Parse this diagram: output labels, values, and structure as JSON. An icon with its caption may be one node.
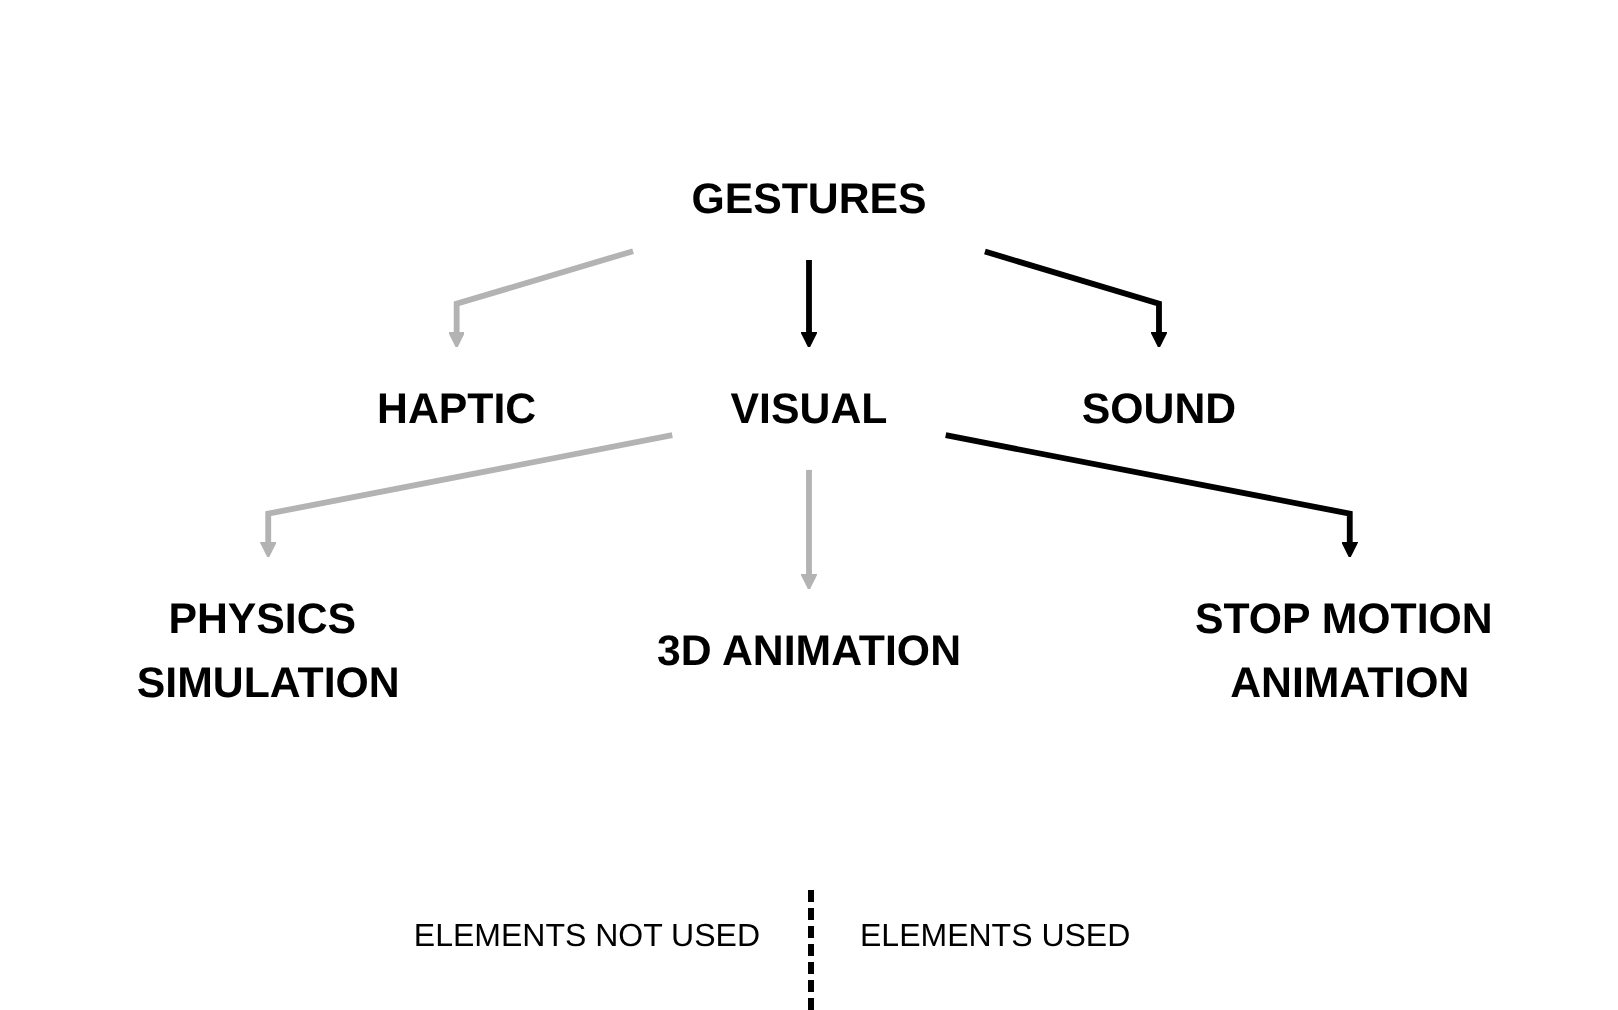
{
  "diagram": {
    "nodes": [
      {
        "text": [
          "GESTURES"
        ]
      },
      {
        "text": [
          "HAPTIC"
        ]
      },
      {
        "text": [
          "VISUAL"
        ]
      },
      {
        "text": [
          "SOUND"
        ]
      },
      {
        "text": [
          "PHYSICS SIMULATION"
        ]
      },
      {
        "text": [
          "STOP MOTION ANIMATION"
        ]
      },
      {
        "text": [
          "3D ANIMATION"
        ]
      }
    ],
    "edges": [
      {
        "from": 0,
        "to": 1,
        "arrow": "to",
        "color": "#b3b3b3"
      },
      {
        "from": 0,
        "to": 2,
        "arrow": "to",
        "color": "#000000"
      },
      {
        "from": 0,
        "to": 3,
        "arrow": "to",
        "color": "#000000"
      },
      {
        "from": 2,
        "to": 4,
        "arrow": "to",
        "color": "#b3b3b3"
      },
      {
        "from": 2,
        "to": 6,
        "arrow": "to",
        "color": "#b3b3b3"
      },
      {
        "from": 2,
        "to": 5,
        "arrow": "to",
        "color": "#000000"
      }
    ],
    "labels": [
      "ELEMENTS NOT USED",
      "ELEMENTS USED"
    ]
  }
}
